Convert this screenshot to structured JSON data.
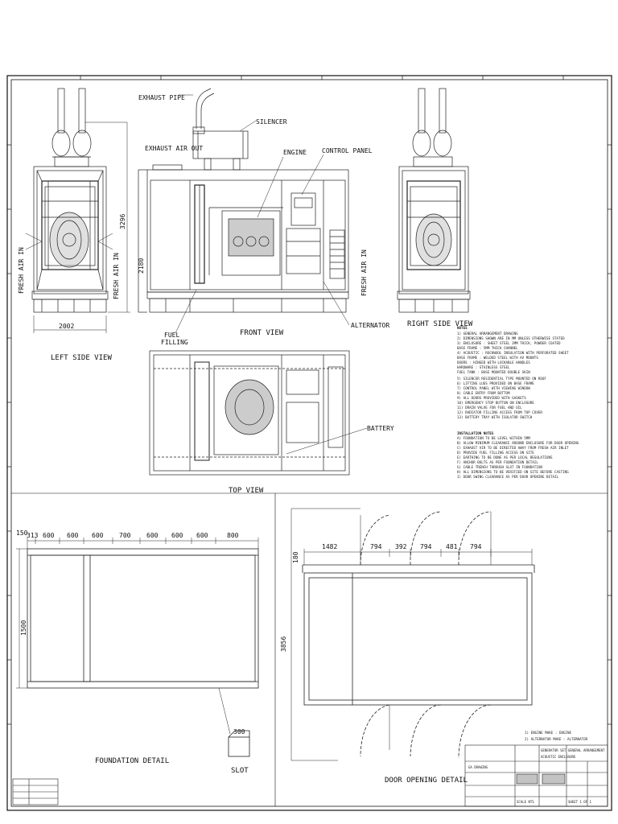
{
  "labels": {
    "exhaust_pipe": "EXHAUST PIPE",
    "silencer": "SILENCER",
    "exhaust_air_out": "EXHAUST AIR OUT",
    "engine": "ENGINE",
    "control_panel": "CONTROL PANEL",
    "fresh_air_in": "FRESH AIR IN",
    "fuel_filling": "FUEL\nFILLING",
    "alternator": "ALTERNATOR",
    "battery": "BATTERY",
    "slot": "SLOT"
  },
  "views": {
    "left_side": "LEFT SIDE VIEW",
    "front": "FRONT VIEW",
    "right_side": "RIGHT SIDE VIEW",
    "top": "TOP VIEW",
    "foundation": "FOUNDATION DETAIL",
    "door_opening": "DOOR OPENING DETAIL"
  },
  "dimensions": {
    "left_width": "2002",
    "left_height": "3296",
    "front_height": "2180",
    "foundation_top": [
      "313",
      "600",
      "600",
      "600",
      "700",
      "600",
      "600",
      "600",
      "800"
    ],
    "foundation_side": "1500",
    "foundation_edge": "150",
    "slot_dim": "300",
    "door_top": [
      "1482",
      "794",
      "392",
      "794",
      "481",
      "794"
    ],
    "door_side": "3856",
    "door_edge": "180"
  },
  "notes": {
    "heading": "NOTES",
    "lines": [
      "1) GENERAL ARRANGEMENT DRAWING",
      "2) DIMENSIONS SHOWN ARE IN MM UNLESS OTHERWISE STATED",
      "3) ENCLOSURE : SHEET STEEL 2MM THICK, POWDER COATED",
      "   BASE FRAME : 5MM THICK CHANNEL",
      "4) ACOUSTIC : ROCKWOOL INSULATION WITH PERFORATED SHEET",
      "   BASE FRAME : WELDED STEEL WITH AV MOUNTS",
      "   DOORS     : HINGED WITH LOCKABLE HANDLES",
      "   HARDWARE  : STAINLESS STEEL",
      "   FUEL TANK : BASE MOUNTED DOUBLE SKIN",
      "5) SILENCER RESIDENTIAL TYPE MOUNTED ON ROOF",
      "6) LIFTING LUGS PROVIDED ON BASE FRAME",
      "7) CONTROL PANEL WITH VIEWING WINDOW",
      "8) CABLE ENTRY FROM BOTTOM",
      "9) ALL DOORS PROVIDED WITH GASKETS",
      "10) EMERGENCY STOP BUTTON ON ENCLOSURE",
      "11) DRAIN VALVE FOR FUEL AND OIL",
      "12) RADIATOR FILLING ACCESS FROM TOP COVER",
      "13) BATTERY TRAY WITH ISOLATOR SWITCH"
    ],
    "install_heading": "INSTALLATION NOTES",
    "install_lines": [
      "A) FOUNDATION TO BE LEVEL WITHIN 5MM",
      "B) ALLOW MINIMUM CLEARANCE AROUND ENCLOSURE FOR DOOR OPENING",
      "C) EXHAUST AIR TO BE DIRECTED AWAY FROM FRESH AIR INLET",
      "D) PROVIDE FUEL FILLING ACCESS ON SITE",
      "E) EARTHING TO BE DONE AS PER LOCAL REGULATIONS",
      "F) ANCHOR BOLTS AS PER FOUNDATION DETAIL",
      "G) CABLE TRENCH THROUGH SLOT IN FOUNDATION",
      "H) ALL DIMENSIONS TO BE VERIFIED ON SITE BEFORE CASTING",
      "I) DOOR SWING CLEARANCE AS PER DOOR OPENING DETAIL"
    ],
    "spec_lines": [
      "1) ENGINE MAKE : ENGINE",
      "2) ALTERNATOR MAKE : ALTERNATOR"
    ]
  },
  "title_block": {
    "company": "GENERATOR SET GENERAL ARRANGEMENT",
    "title": "ACOUSTIC ENCLOSURE",
    "drawing": "GA DRAWING",
    "sheet": "SHEET 1 OF 1",
    "scale": "SCALE NTS"
  }
}
